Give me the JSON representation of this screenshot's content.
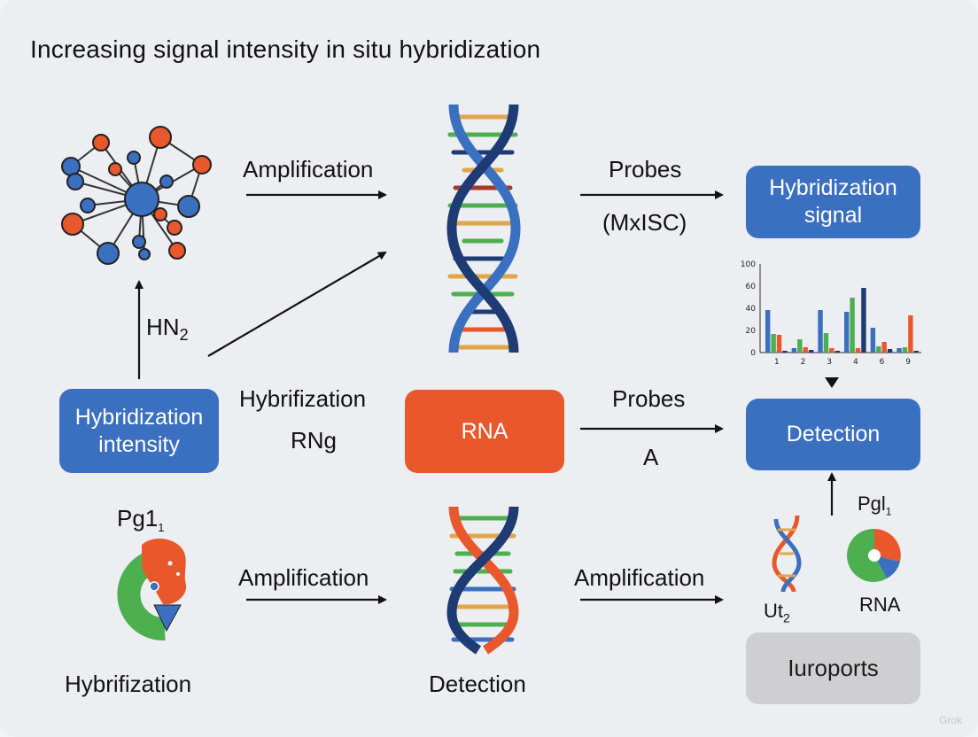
{
  "title": "Increasing signal intensity in situ hybridization",
  "labels": {
    "amplification_top": "Amplification",
    "probes_top": "Probes",
    "probes_top_sub": "(MxISC)",
    "hn2": "HN",
    "hn2_sub": "2",
    "hybridization_mid": "Hybrifization",
    "rng": "RNg",
    "probes_mid": "Probes",
    "probes_mid_sub": "A",
    "pg1_left": "Pg1",
    "pg1_left_sub": "1",
    "hybridization_bottom": "Hybrifization",
    "amplification_bottom_left": "Amplification",
    "detection_bottom": "Detection",
    "amplification_bottom_right": "Amplification",
    "pgl_right": "Pgl",
    "pgl_right_sub": "1",
    "ut2": "Ut",
    "ut2_sub": "2",
    "rna_small": "RNA"
  },
  "boxes": {
    "hybridization_signal": "Hybridization signal",
    "hybridization_intensity": "Hybridization intensity",
    "rna": "RNA",
    "detection": "Detection",
    "iuroports": "Iuroports"
  },
  "colors": {
    "blue": "#3b6fbf",
    "orange": "#e8582c",
    "green": "#4caf50",
    "navy": "#1f3b73",
    "gold": "#e0a64a",
    "gray": "#cfcfd1"
  },
  "watermark": "Grok",
  "chart_data": {
    "type": "bar",
    "categories": [
      "1",
      "2",
      "3",
      "4",
      "6",
      "9"
    ],
    "y_ticks": [
      "100",
      "60",
      "40",
      "20",
      "0"
    ],
    "ylim": [
      0,
      100
    ],
    "series": [
      {
        "color": "#3b6fbf",
        "values": [
          48,
          5,
          48,
          46,
          28,
          5
        ]
      },
      {
        "color": "#4caf50",
        "values": [
          21,
          15,
          22,
          62,
          7,
          6
        ]
      },
      {
        "color": "#e8582c",
        "values": [
          20,
          6,
          5,
          5,
          12,
          42
        ]
      },
      {
        "color": "#1f3b73",
        "values": [
          2,
          3,
          2,
          73,
          4,
          2
        ]
      }
    ]
  }
}
